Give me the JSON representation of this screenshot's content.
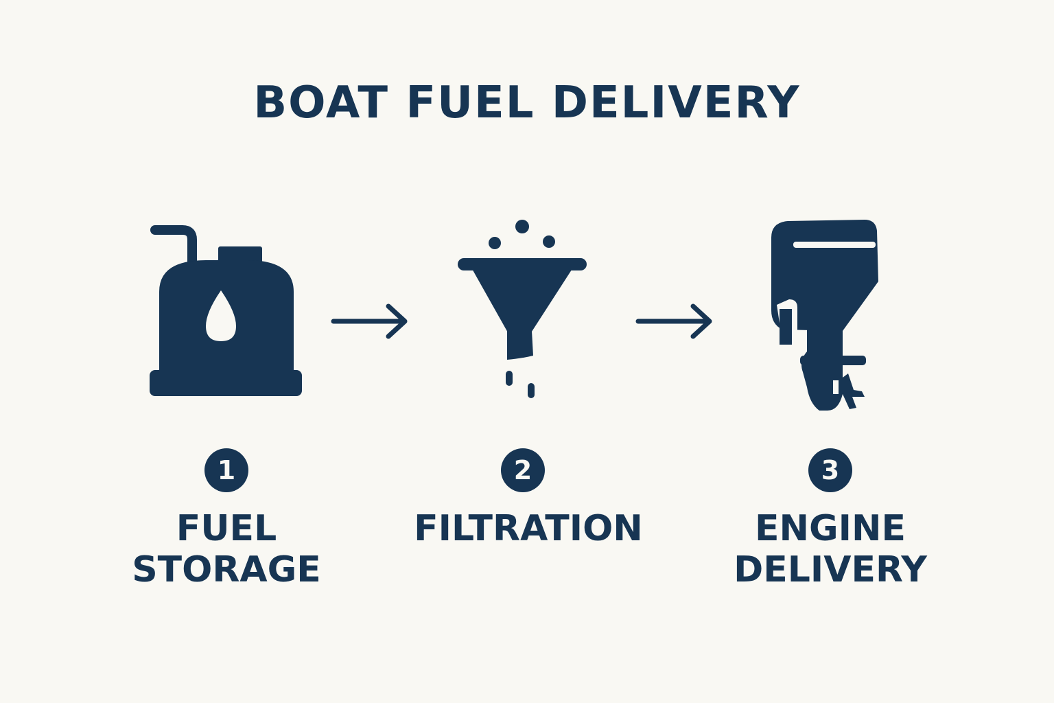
{
  "title": "BOAT FUEL DELIVERY",
  "colors": {
    "background": "#f9f8f3",
    "primary": "#173553"
  },
  "steps": [
    {
      "number": "1",
      "icon": "fuel-tank-icon",
      "label_lines": [
        "FUEL",
        "STORAGE"
      ]
    },
    {
      "number": "2",
      "icon": "funnel-icon",
      "label_lines": [
        "FILTRATION"
      ]
    },
    {
      "number": "3",
      "icon": "outboard-engine-icon",
      "label_lines": [
        "ENGINE",
        "DELIVERY"
      ]
    }
  ],
  "connectors": [
    "arrow-right-icon",
    "arrow-right-icon"
  ]
}
